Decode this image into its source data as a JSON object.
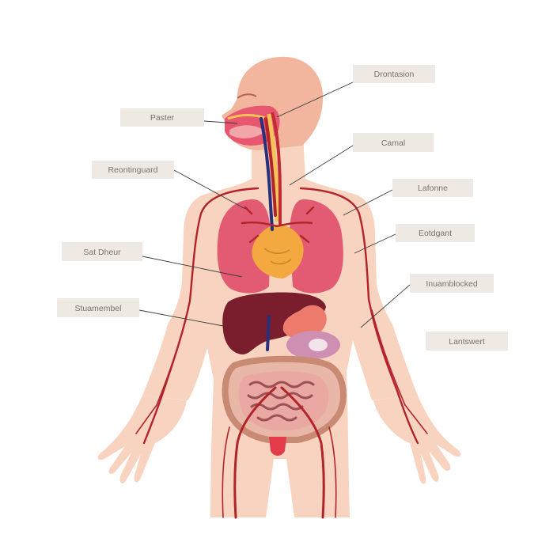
{
  "colors": {
    "skin": "#f8d3c0",
    "head": "#f2b69e",
    "artery": "#b3242a",
    "vein": "#27307a",
    "lungs": "#e35b72",
    "heart": "#f3a93f",
    "liver": "#7a1d2d",
    "stomach": "#ec7b6c",
    "kidney": "#cf8fb2",
    "intestine": "#e8b7a7",
    "intestine_border": "#c98a73",
    "label_box": "#efe9e3",
    "label_text": "#7c726c",
    "leader_line": "#3d3d3d"
  },
  "labels": {
    "left": [
      "Paster",
      "Reontinguard",
      "Sat Dheur",
      "Stuamembel"
    ],
    "right": [
      "Drontasion",
      "Camal",
      "Lafonne",
      "Eotdgant",
      "Inuamblocked",
      "Lantswert"
    ]
  }
}
